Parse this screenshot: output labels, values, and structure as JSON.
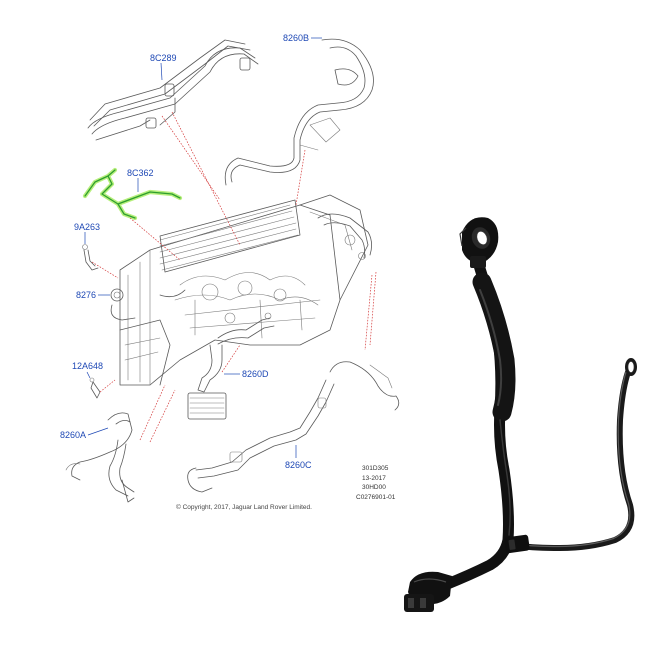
{
  "diagram": {
    "callouts": {
      "c8c289": "8C289",
      "c8260b": "8260B",
      "c8c362": "8C362",
      "c9a263": "9A263",
      "c8276": "8276",
      "c12a648": "12A648",
      "c8260d": "8260D",
      "c8260a": "8260A",
      "c8260c": "8260C"
    },
    "copyright": "© Copyright, 2017, Jaguar Land Rover Limited.",
    "ref_codes": [
      "301D305",
      "13-2017",
      "30HD00",
      "C0276901-01"
    ]
  },
  "colors": {
    "callout_text": "#1f49b5",
    "highlight_part": "#8fe04a",
    "leader_line": "#d43a3a",
    "hose": "#1a1a1a"
  },
  "photo": {
    "subject": "black coolant hose assembly"
  }
}
